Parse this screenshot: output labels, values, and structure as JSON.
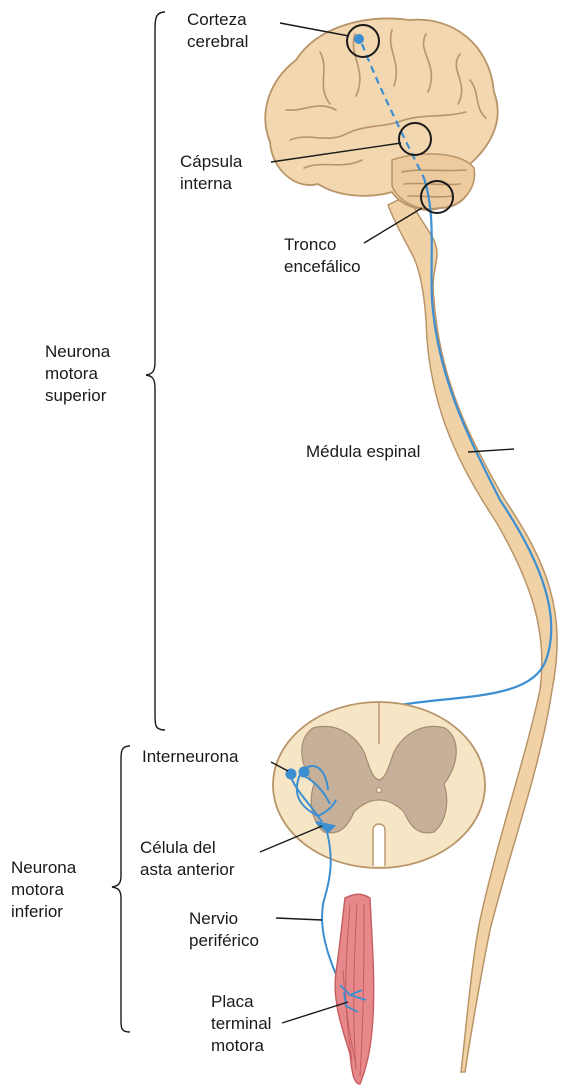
{
  "colors": {
    "brain_fill": "#f3d7b0",
    "brain_stroke": "#b89468",
    "cord_fill": "#f0d2a6",
    "gray_matter": "#c6b09a",
    "neuron": "#3d8fd1",
    "muscle": "#e7888a",
    "ink": "#1a1a1a"
  },
  "labels": {
    "corteza": [
      "Corteza",
      "cerebral"
    ],
    "capsula": [
      "Cápsula",
      "interna"
    ],
    "tronco": [
      "Tronco",
      "encefálico"
    ],
    "medula": "Médula espinal",
    "interneurona": "Interneurona",
    "celula": [
      "Célula del",
      "asta anterior"
    ],
    "nervio": [
      "Nervio",
      "periférico"
    ],
    "placa": [
      "Placa",
      "terminal",
      "motora"
    ]
  },
  "groups": {
    "superior": [
      "Neurona",
      "motora",
      "superior"
    ],
    "inferior": [
      "Neurona",
      "motora",
      "inferior"
    ]
  }
}
